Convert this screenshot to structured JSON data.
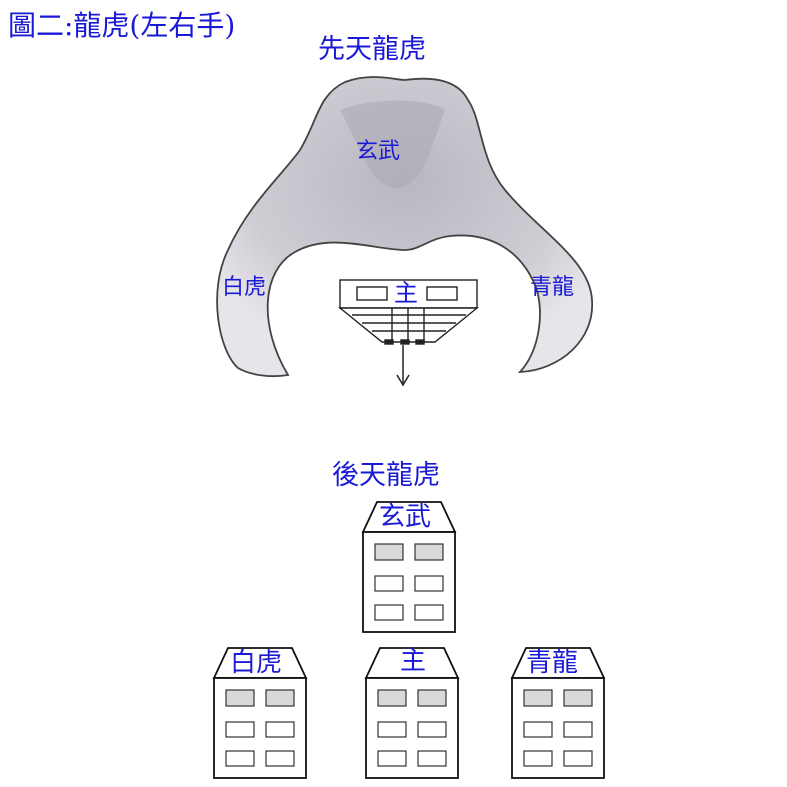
{
  "title": "圖二:龍虎(左右手)",
  "prenatal": {
    "heading": "先天龍虎",
    "labels": {
      "back": "玄武",
      "left": "白虎",
      "right": "青龍",
      "center": "主"
    }
  },
  "postnatal": {
    "heading": "後天龍虎",
    "buildings": {
      "back": "玄武",
      "left": "白虎",
      "center": "主",
      "right": "青龍"
    }
  },
  "colors": {
    "text": "#1a1ad6",
    "landform": "#c9c7cf",
    "outline": "#222222",
    "window": "#dcdcdc"
  }
}
